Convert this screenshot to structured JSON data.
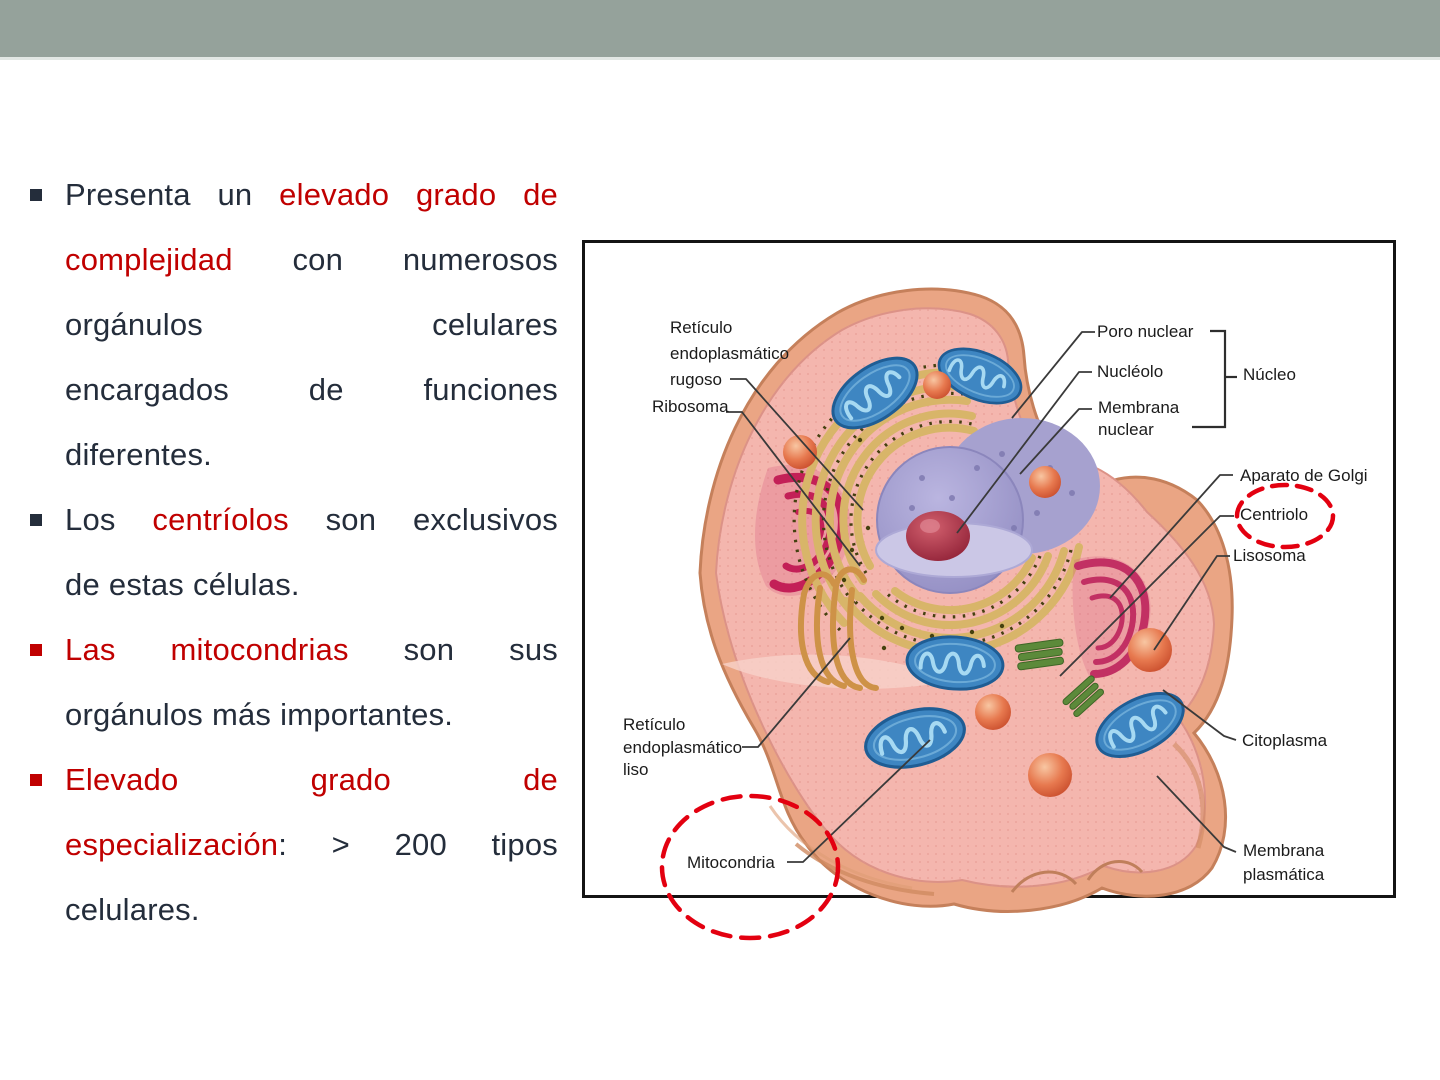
{
  "slide": {
    "top_bar_color": "#95a29b",
    "colors": {
      "dark": "#242d3b",
      "red": "#c00000",
      "label": "#1b1b1b",
      "dash_red": "#e30010"
    }
  },
  "bullets": [
    {
      "marker": "dark",
      "lines": [
        {
          "j": true,
          "w": [
            [
              [
                "Presenta",
                "dark"
              ]
            ],
            [
              [
                "un",
                "dark"
              ]
            ],
            [
              [
                "elevado",
                "red"
              ]
            ],
            [
              [
                "grado",
                "red"
              ]
            ],
            [
              [
                "de",
                "red"
              ]
            ]
          ]
        },
        {
          "j": true,
          "w": [
            [
              [
                "complejidad",
                "red"
              ]
            ],
            [
              [
                "con",
                "dark"
              ]
            ],
            [
              [
                "numerosos",
                "dark"
              ]
            ]
          ]
        },
        {
          "j": true,
          "w": [
            [
              [
                "orgánulos",
                "dark"
              ]
            ],
            [
              [
                "celulares",
                "dark"
              ]
            ]
          ]
        },
        {
          "j": true,
          "w": [
            [
              [
                "encargados",
                "dark"
              ]
            ],
            [
              [
                "de",
                "dark"
              ]
            ],
            [
              [
                "funciones",
                "dark"
              ]
            ]
          ]
        },
        {
          "j": false,
          "w": [
            [
              [
                "diferentes.",
                "dark"
              ]
            ]
          ]
        }
      ]
    },
    {
      "marker": "dark",
      "lines": [
        {
          "j": true,
          "w": [
            [
              [
                "Los",
                "dark"
              ]
            ],
            [
              [
                "centríolos",
                "red"
              ]
            ],
            [
              [
                "son",
                "dark"
              ]
            ],
            [
              [
                "exclusivos",
                "dark"
              ]
            ]
          ]
        },
        {
          "j": false,
          "w": [
            [
              [
                "de",
                "dark"
              ]
            ],
            [
              [
                "estas",
                "dark"
              ]
            ],
            [
              [
                "células.",
                "dark"
              ]
            ]
          ]
        }
      ]
    },
    {
      "marker": "red",
      "lines": [
        {
          "j": true,
          "w": [
            [
              [
                "Las",
                "red"
              ]
            ],
            [
              [
                "mitocondrias",
                "red"
              ]
            ],
            [
              [
                "son",
                "dark"
              ]
            ],
            [
              [
                "sus",
                "dark"
              ]
            ]
          ]
        },
        {
          "j": false,
          "w": [
            [
              [
                "orgánulos",
                "dark"
              ]
            ],
            [
              [
                "más",
                "dark"
              ]
            ],
            [
              [
                "importantes.",
                "dark"
              ]
            ]
          ]
        }
      ]
    },
    {
      "marker": "red",
      "lines": [
        {
          "j": true,
          "w": [
            [
              [
                "Elevado",
                "red"
              ]
            ],
            [
              [
                "grado",
                "red"
              ]
            ],
            [
              [
                "de",
                "red"
              ]
            ]
          ]
        },
        {
          "j": true,
          "w": [
            [
              [
                "especialización",
                "red"
              ],
              [
                ":",
                "dark"
              ]
            ],
            [
              [
                ">",
                "dark"
              ]
            ],
            [
              [
                "200",
                "dark"
              ]
            ],
            [
              [
                "tipos",
                "dark"
              ]
            ]
          ]
        },
        {
          "j": false,
          "w": [
            [
              [
                "celulares.",
                "dark"
              ]
            ]
          ]
        }
      ]
    }
  ],
  "diagram": {
    "labels": {
      "re_rugoso_l1": "Retículo",
      "re_rugoso_l2": "endoplasmático",
      "re_rugoso_l3": "rugoso",
      "ribosoma": "Ribosoma",
      "poro_nuclear": "Poro nuclear",
      "nucleolo": "Nucléolo",
      "membrana_nuclear_l1": "Membrana",
      "membrana_nuclear_l2": "nuclear",
      "nucleo": "Núcleo",
      "aparato_golgi": "Aparato de Golgi",
      "centriolo": "Centriolo",
      "lisosoma": "Lisosoma",
      "re_liso_l1": "Retículo",
      "re_liso_l2": "endoplasmático",
      "re_liso_l3": "liso",
      "mitocondria": "Mitocondria",
      "citoplasma": "Citoplasma",
      "membrana_plasmatica_l1": "Membrana",
      "membrana_plasmatica_l2": "plasmática"
    }
  }
}
